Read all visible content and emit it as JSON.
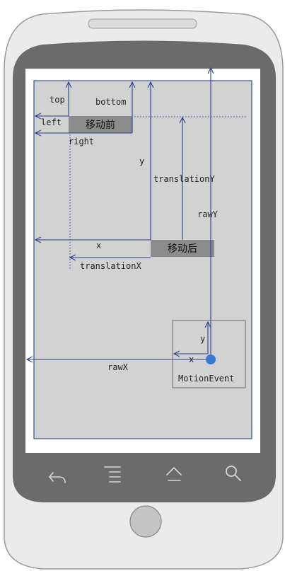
{
  "colors": {
    "phone_outer": "#ebebeb",
    "phone_body": "#6b6b6b",
    "screen_white": "#ffffff",
    "canvas": "#d2d2d2",
    "arrow": "#2b3f8a",
    "label_box": "#8c8c8c",
    "touch_dot": "#3a78d8",
    "nav_icon": "#d8d8d8"
  },
  "labels": {
    "top": "top",
    "bottom": "bottom",
    "left": "left",
    "right": "right",
    "y": "y",
    "x": "x",
    "translationY": "translationY",
    "translationX": "translationX",
    "rawY": "rawY",
    "rawX": "rawX",
    "event_x": "x",
    "event_y": "y",
    "motion_event": "MotionEvent",
    "before_move": "移动前",
    "after_move": "移动后"
  },
  "nav": {
    "icons": [
      "back-icon",
      "menu-icon",
      "home-icon",
      "search-icon"
    ]
  }
}
